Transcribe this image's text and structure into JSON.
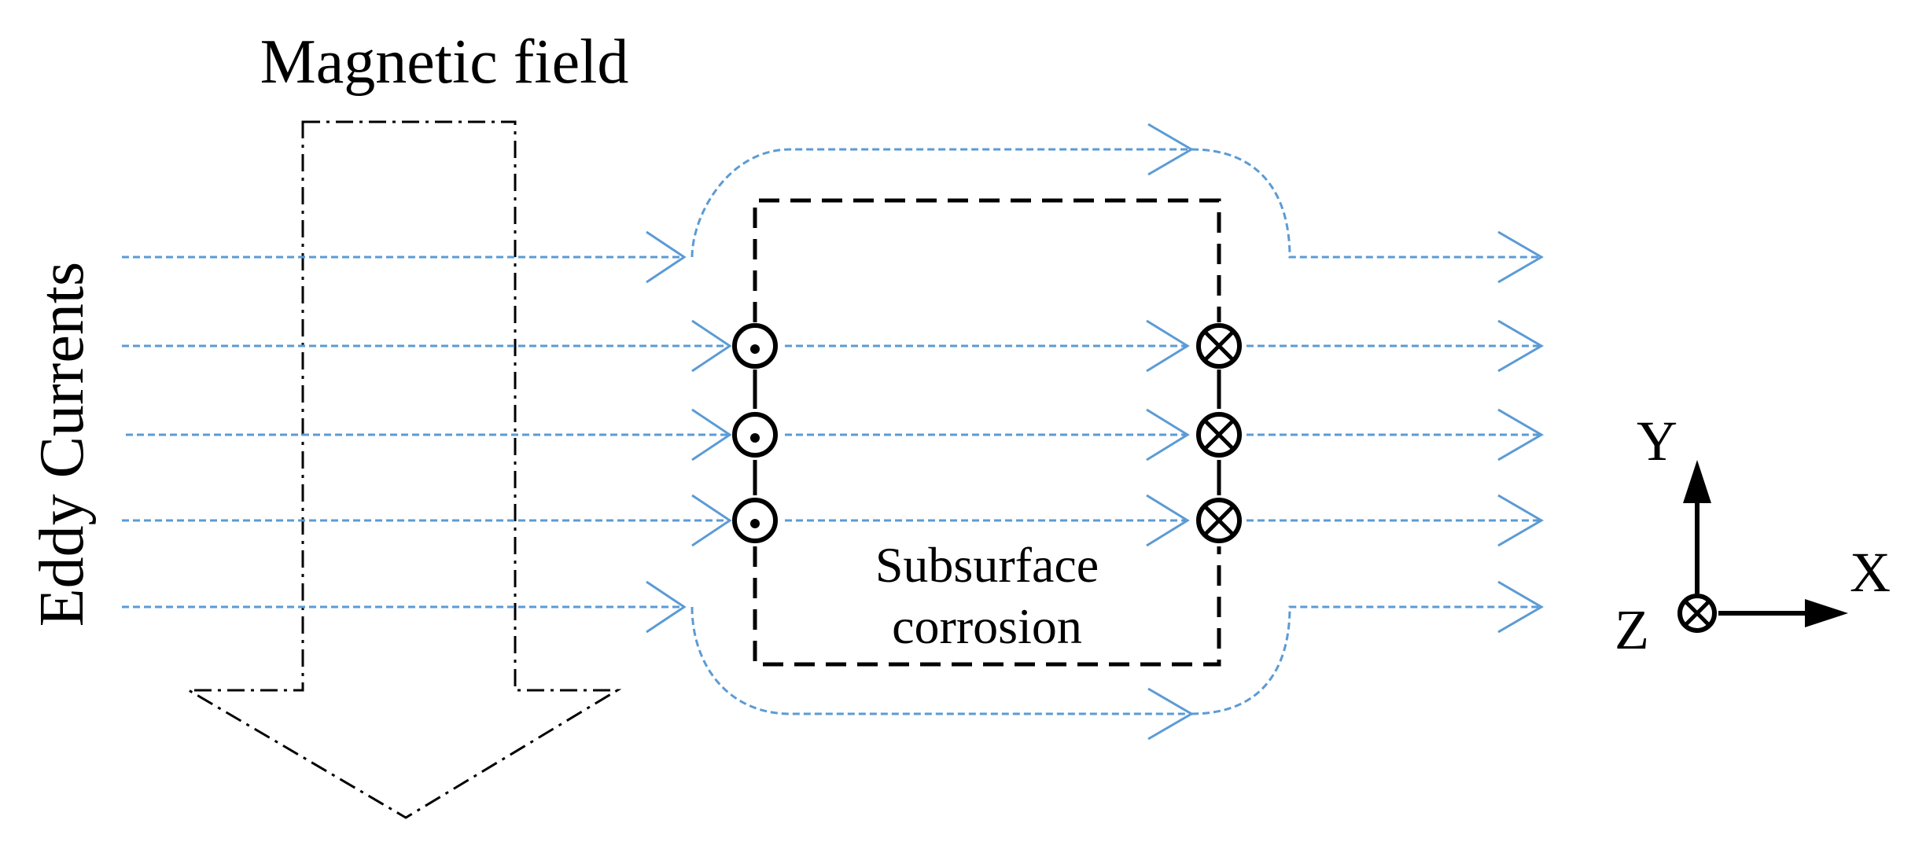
{
  "labels": {
    "magnetic_field": "Magnetic field",
    "eddy_currents": "Eddy Currents",
    "subsurface_line1": "Subsurface",
    "subsurface_line2": "corrosion",
    "axis_x": "X",
    "axis_y": "Y",
    "axis_z": "Z"
  },
  "colors": {
    "current_lines": "#5b9bd5",
    "outlines": "#000000",
    "background": "#ffffff"
  },
  "symbols": {
    "left_boundary": "out-of-page (dot)",
    "right_boundary": "into-page (cross)",
    "z_axis": "into-page (cross)"
  }
}
